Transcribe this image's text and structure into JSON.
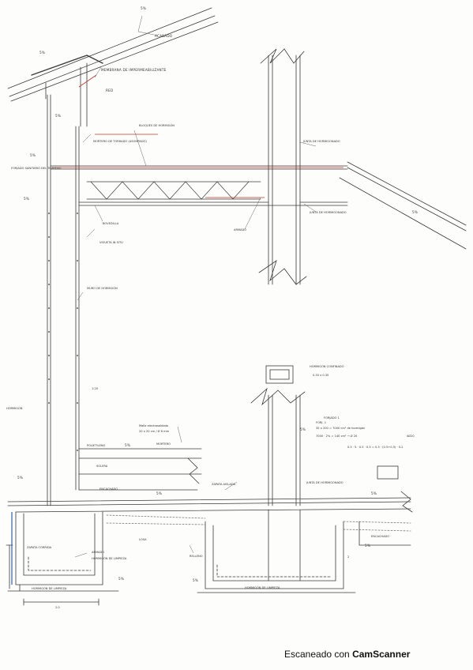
{
  "drawing": {
    "labels": {
      "top_dim": "5%",
      "roof_slope": "5%",
      "acabado": "ACABADO",
      "membrana": "MEMBRANA DE IMPERMEABILIZANTE",
      "red": "RED",
      "level_top": "5%",
      "mortero": "MORTERO DE TORRADO (ASOMPADO)",
      "vigueta_bloque": "BLOQUES DE HORMIGÓN",
      "junta_top": "JUNTA DE HORMIGONADO",
      "floor_level": "5%",
      "forjado_label": "FORJADO SANITARIO DEL TERRENO",
      "soleras": "5%",
      "bovedilla": "BOVEDILLA",
      "vigueta_situ": "VIGUETA IN SITU",
      "junta_right": "JUNTA DE HORMIGONADO",
      "armado": "ARMADO",
      "slope_right": "5%",
      "muro_label": "MURO DE HORMIGÓN",
      "dim_20": "1:20",
      "box_label": "HORMIGÓN CONFINADO",
      "box_dim": "0.35 x 0.35",
      "front_label": "FORJADO 1",
      "front_dim": "5%",
      "hormigon_left": "HORMIGÓN",
      "calc_title": "FORJ. 1",
      "calc_1": "35 x 200 = 7000 cm² de hormigón",
      "calc_2": "7000 · 2% = 140 cm² → Ø 20",
      "calc_3": "0.5 · 5 · 0.5 · 0.5 = 0.5 · (0.5+0.5) · 0.2",
      "calc_result": "4Ø20",
      "nota_1": "Malla electrosoldada",
      "nota_2": "20 x 20 cm / Ø 6 mm",
      "polietileno": "POLIETILENO",
      "solera_dim": "5%",
      "mortero_2": "MORTERO",
      "solera": "SOLERA",
      "encachado": "ENCACHADO",
      "junta_mid": "JUNTA DE HORMIGONADO",
      "left_level": "5%",
      "mid_level": "5%",
      "right_level": "5%",
      "zapata_left": "ZAPATA CORRIDA",
      "zapata_right": "ZAPATA AISLADA",
      "armado_zap": "ARMADO",
      "hormigon_limp": "HORMIGÓN DE LIMPIEZA",
      "losa": "LOSA",
      "cimentacion_left": "HORMIGÓN DE LIMPIEZA",
      "cimentacion_right": "HORMIGÓN DE LIMPIEZA",
      "enc_right": "ENCACHADO",
      "level_right2": "5%",
      "dim_bottom": "2.0",
      "relleno": "RELLENO",
      "bottom_level": "5%",
      "bottom_mid": "5%",
      "dim_small": "2"
    },
    "colors": {
      "ink": "#3a3a3a",
      "red": "#c0392b",
      "blue": "#2c5fb8",
      "pencil": "#7a7a7a"
    }
  },
  "footer": {
    "prefix": "Escaneado con ",
    "brand": "CamScanner"
  }
}
